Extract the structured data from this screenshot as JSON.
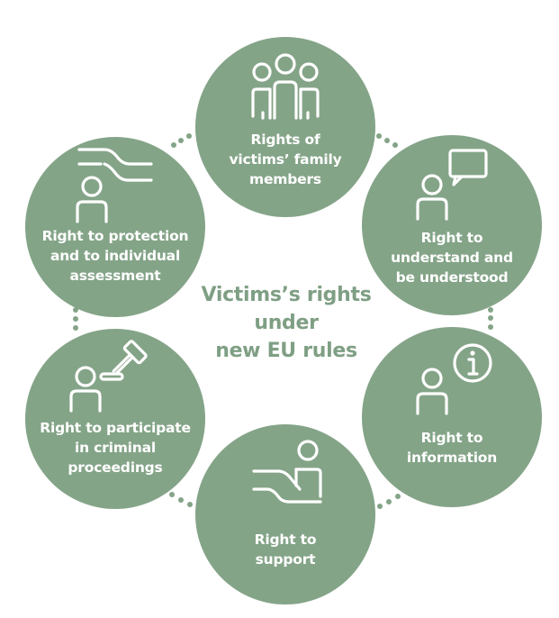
{
  "diagram": {
    "title_lines": [
      "Victims’s rights",
      "under",
      "new EU rules"
    ],
    "accent_color": "#84a488",
    "background_color": "#ffffff",
    "nodes": [
      {
        "id": "family",
        "icon": "family-group-icon",
        "lines": [
          "Rights of",
          "victims’ family",
          "members"
        ]
      },
      {
        "id": "understand",
        "icon": "speech-bubble-person-icon",
        "lines": [
          "Right to",
          "understand and",
          "be understood"
        ]
      },
      {
        "id": "information",
        "icon": "info-person-icon",
        "lines": [
          "Right to",
          "information"
        ]
      },
      {
        "id": "support",
        "icon": "supporting-hand-icon",
        "lines": [
          "Right to",
          "support"
        ]
      },
      {
        "id": "participate",
        "icon": "gavel-person-icon",
        "lines": [
          "Right to participate",
          "in criminal",
          "proceedings"
        ]
      },
      {
        "id": "protection",
        "icon": "protecting-hand-icon",
        "lines": [
          "Right to protection",
          "and to individual",
          "assessment"
        ]
      }
    ],
    "connector": "dotted-three-dots"
  }
}
